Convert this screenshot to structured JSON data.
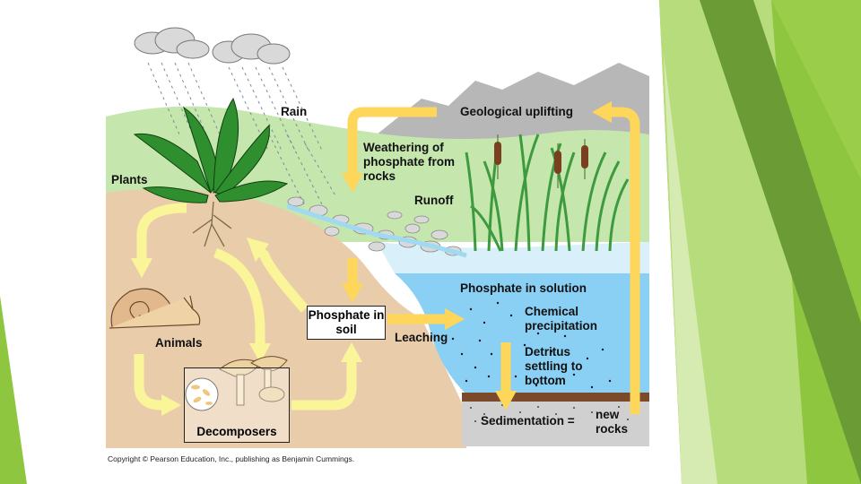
{
  "labels": {
    "rain": "Rain",
    "geological_uplifting": "Geological uplifting",
    "weathering": "Weathering of phosphate from rocks",
    "runoff": "Runoff",
    "plants": "Plants",
    "animals": "Animals",
    "phosphate_in_soil": "Phosphate in soil",
    "leaching": "Leaching",
    "phosphate_in_solution": "Phosphate in solution",
    "chemical_precipitation": "Chemical precipitation",
    "detritus": "Detritus settling to bottom",
    "sedimentation": "Sedimentation =",
    "new_rocks": "new rocks",
    "decomposers": "Decomposers"
  },
  "copyright": "Copyright © Pearson Education, Inc., publishing as Benjamin Cummings.",
  "colors": {
    "arrow": "#fdd65a",
    "arrow_light": "#fbf59a",
    "soil": "#e8cba9",
    "water": "#8ad0f5",
    "grass": "#bfe3a6",
    "mountain": "#b8b8b8",
    "slide_green_dark": "#6f9d3c",
    "slide_green_light": "#a6d15a"
  }
}
